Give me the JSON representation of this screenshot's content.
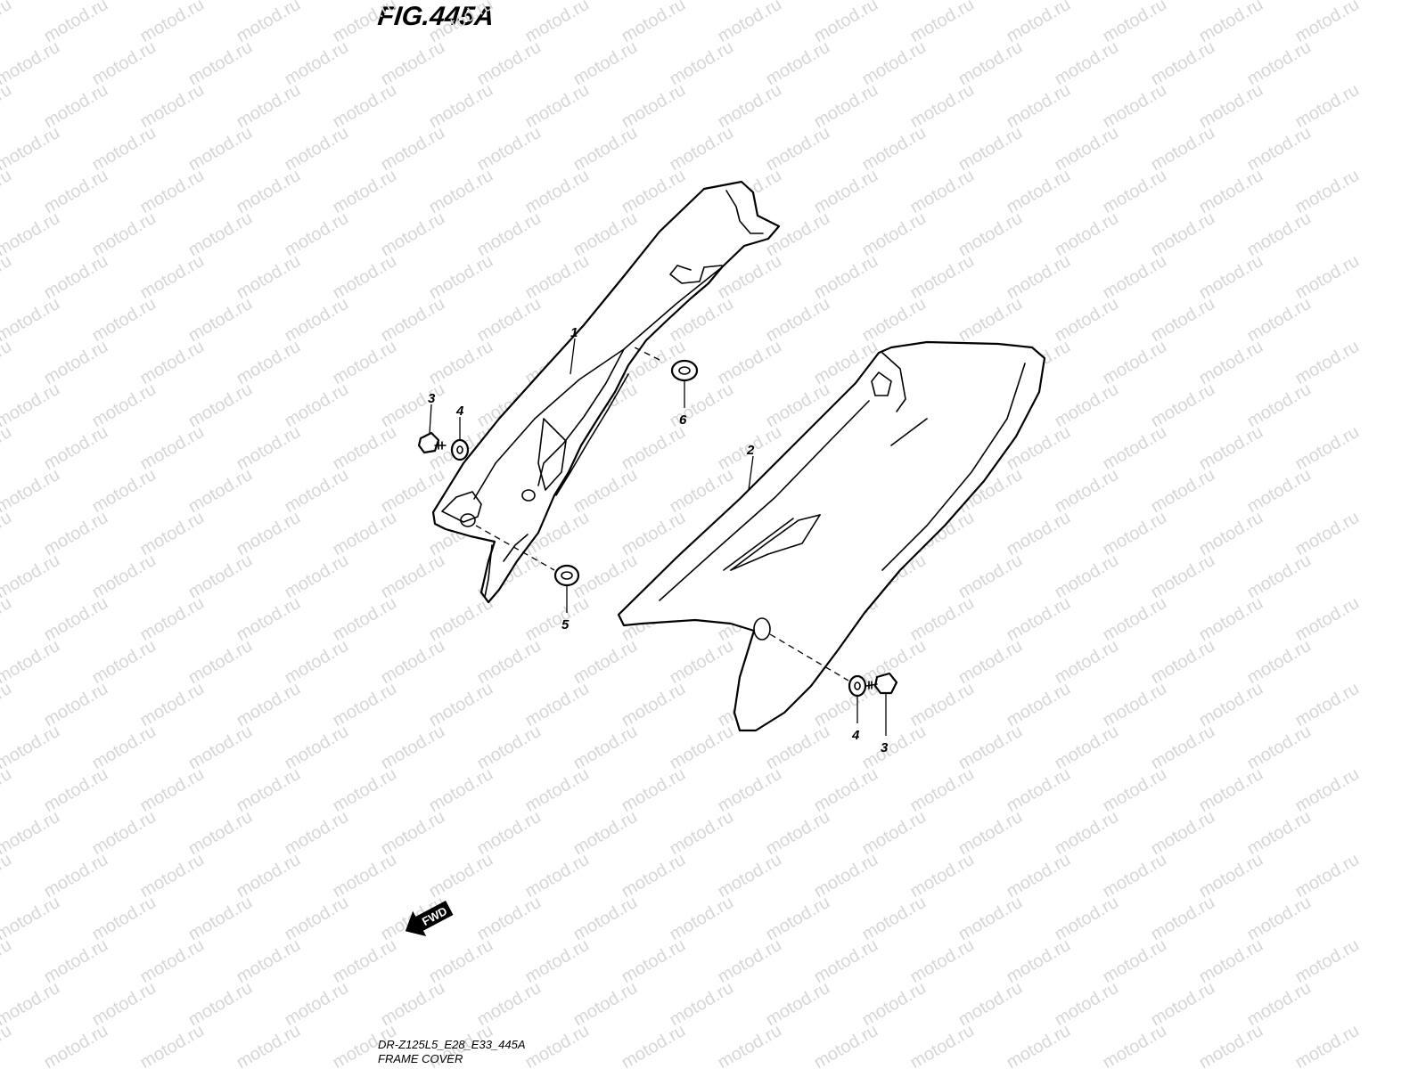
{
  "figure": {
    "title": "FIG.445A",
    "model_code": "DR-Z125L5_E28_E33_445A",
    "section_title": "FRAME COVER",
    "direction_label": "FWD"
  },
  "watermark": {
    "text": "motod.ru"
  },
  "callouts": {
    "c1": "1",
    "c2": "2",
    "c3_left": "3",
    "c4_left": "4",
    "c6": "6",
    "c5": "5",
    "c4_right": "4",
    "c3_right": "3"
  },
  "colors": {
    "line": "#000000",
    "watermark": "#d6d6d6",
    "background": "#ffffff"
  }
}
